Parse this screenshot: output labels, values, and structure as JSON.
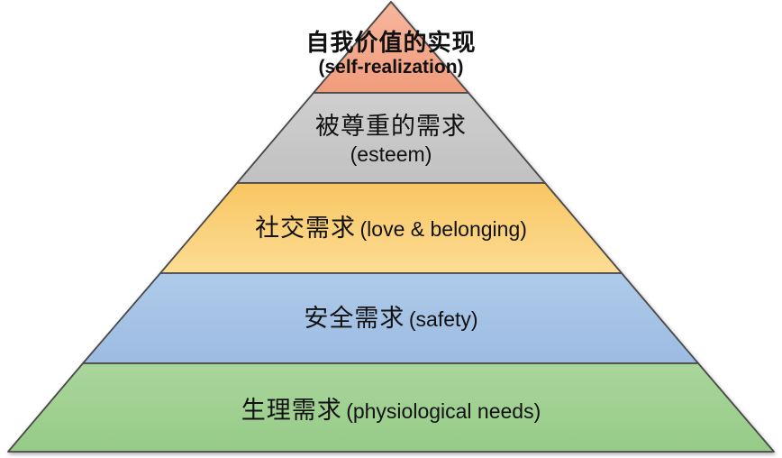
{
  "pyramid": {
    "outline_color": "#4A4A4A",
    "text_color": "#111111",
    "background_color": "#FFFFFF",
    "levels": [
      {
        "id": "self-realization",
        "label_zh": "自我价值的实现",
        "label_en": "(self-realization)",
        "color": "#F3A687",
        "color_top": "#F7B69E",
        "color_bottom": "#F09C7B"
      },
      {
        "id": "esteem",
        "label_zh": "被尊重的需求",
        "label_en": "(esteem)",
        "color": "#C7C7C7",
        "color_top": "#CFCFCF",
        "color_bottom": "#C1C1C1"
      },
      {
        "id": "love-belonging",
        "label_zh": "社交需求",
        "label_en": "(love & belonging)",
        "color": "#FBD27E",
        "color_top": "#F8C662",
        "color_bottom": "#FDDC94"
      },
      {
        "id": "safety",
        "label_zh": "安全需求",
        "label_en": "(safety)",
        "color": "#A4C2E5",
        "color_top": "#AFCBEA",
        "color_bottom": "#9CBBE1"
      },
      {
        "id": "physiological",
        "label_zh": "生理需求",
        "label_en": "(physiological needs)",
        "color": "#9DCF8F",
        "color_top": "#AAD69C",
        "color_bottom": "#96CB87"
      }
    ]
  }
}
